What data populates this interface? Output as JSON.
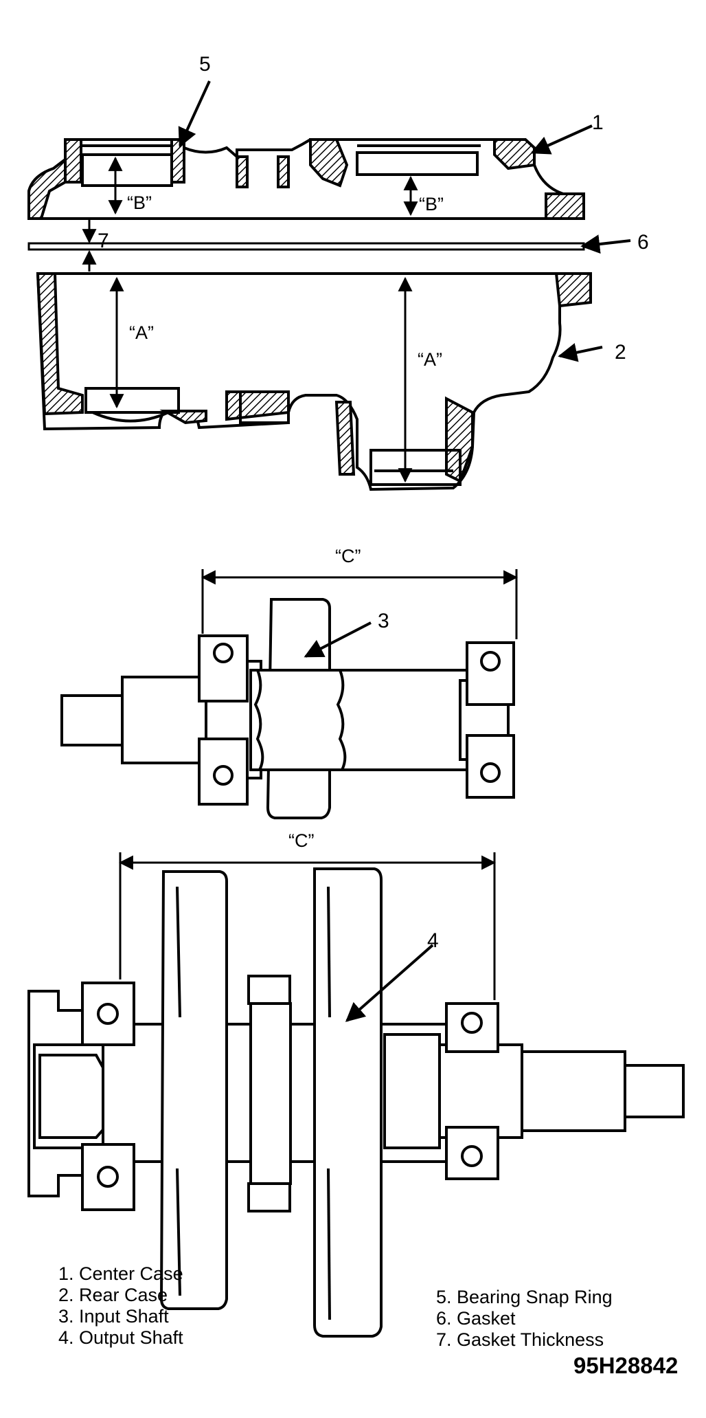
{
  "callouts": {
    "n1": "1",
    "n2": "2",
    "n3": "3",
    "n4": "4",
    "n5": "5",
    "n6": "6",
    "n7": "7"
  },
  "dimensions": {
    "a_left": "“A”",
    "a_right": "“A”",
    "b_left": "“B”",
    "b_right": "“B”",
    "c_input": "“C”",
    "c_output": "“C”"
  },
  "legend_left": [
    "1. Center Case",
    "2. Rear Case",
    "3. Input Shaft",
    "4. Output Shaft"
  ],
  "legend_right": [
    "5. Bearing Snap Ring",
    "6. Gasket",
    "7. Gasket Thickness"
  ],
  "figure_code": "95H28842"
}
